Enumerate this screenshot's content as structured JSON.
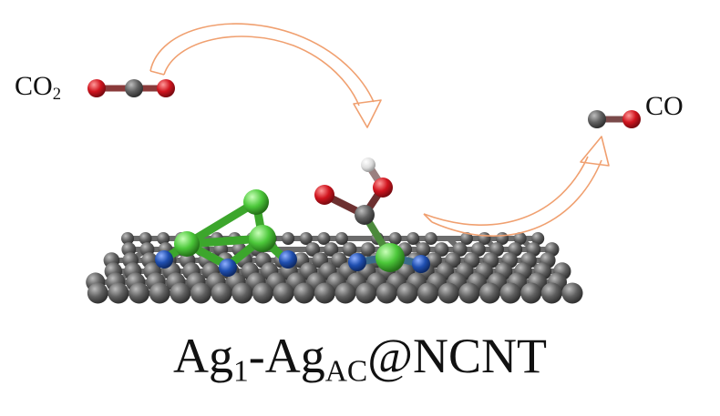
{
  "labels": {
    "reactant": {
      "main": "CO",
      "sub": "2"
    },
    "product": "CO",
    "catalyst": {
      "part1": "Ag",
      "sub1": "1",
      "part2": "-Ag",
      "sub2": "AC",
      "part3": "@NCNT"
    }
  },
  "colors": {
    "carbon": "#5a5a5a",
    "oxygen": "#d0141e",
    "nitrogen": "#1f4fb0",
    "silver": "#4cc83a",
    "hydrogen": "#e6e6e6",
    "arrow": "#f0a070"
  }
}
